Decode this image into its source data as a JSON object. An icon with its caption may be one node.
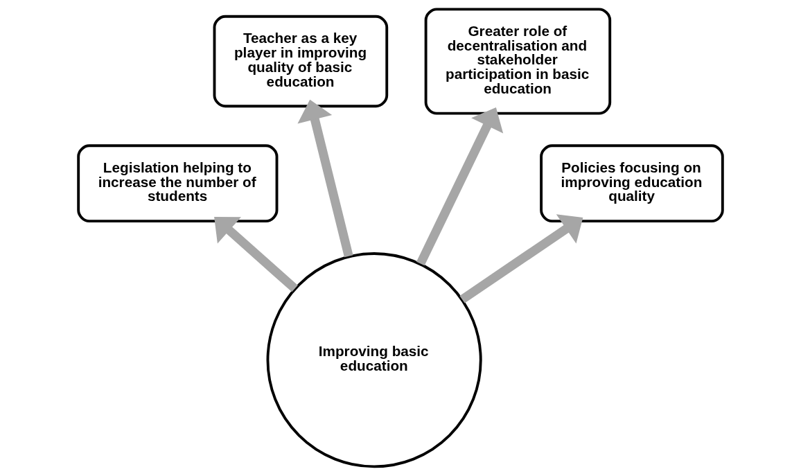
{
  "diagram": {
    "nodes": [
      {
        "text": [
          "Teacher as a key player in improving quality of basic education"
        ]
      },
      {
        "text": [
          "Greater role of decentralisation and stakeholder participation in basic education"
        ]
      },
      {
        "text": [
          "Legislation helping to increase the number of students"
        ]
      },
      {
        "text": [
          "Policies focusing on improving education quality"
        ]
      },
      {
        "text": [
          "Improving basic education"
        ]
      }
    ],
    "edges": [
      {
        "from": 4,
        "to": 2,
        "arrow": "to"
      },
      {
        "from": 4,
        "to": 0,
        "arrow": "to"
      },
      {
        "from": 4,
        "to": 1,
        "arrow": "to"
      },
      {
        "from": 4,
        "to": 3,
        "arrow": "to"
      }
    ]
  }
}
